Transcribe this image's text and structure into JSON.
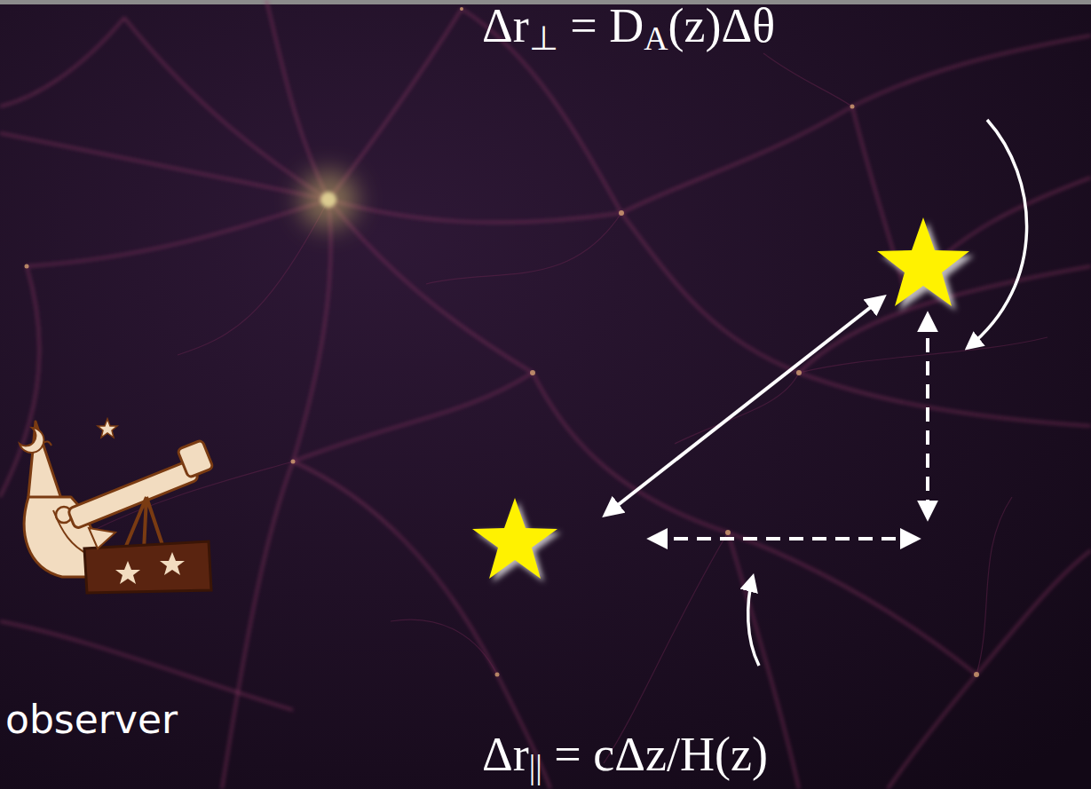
{
  "diagram": {
    "labels": [
      "Δr⊥ = DA(z)Δθ",
      "observer",
      "Δr|| = cΔz/H(z)"
    ]
  }
}
